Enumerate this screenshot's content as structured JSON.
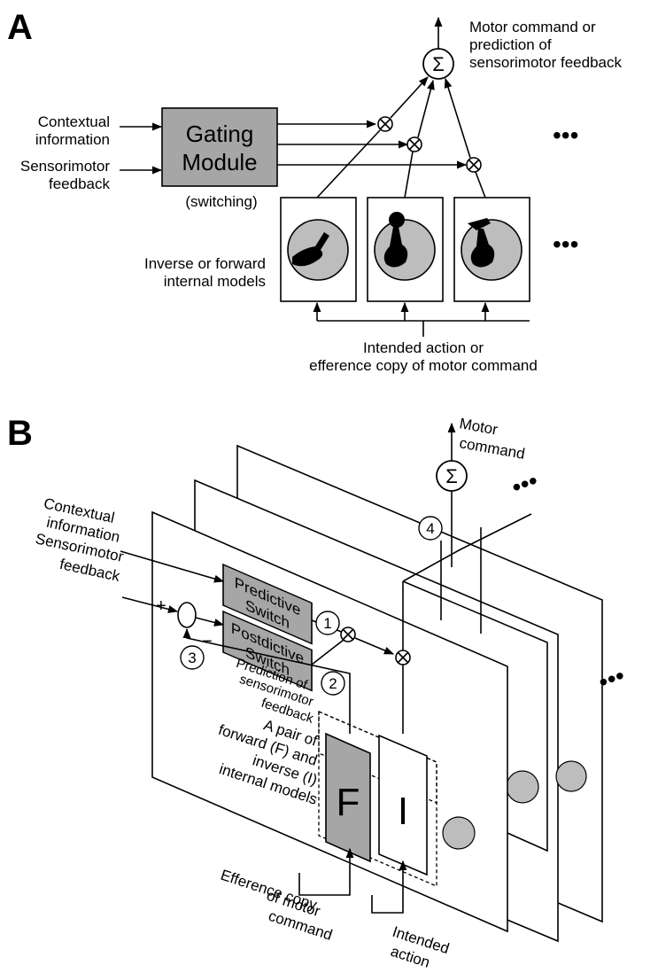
{
  "panel_a": {
    "label": "A",
    "sum_symbol": "Σ",
    "output_label": [
      "Motor command or",
      "prediction of",
      "sensorimotor feedback"
    ],
    "input_contextual": [
      "Contextual",
      "information"
    ],
    "input_feedback": [
      "Sensorimotor",
      "feedback"
    ],
    "gating_title": [
      "Gating",
      "Module"
    ],
    "gating_subtitle": "(switching)",
    "models_label": [
      "Inverse or forward",
      "internal models"
    ],
    "intended_label": [
      "Intended action or",
      "efference copy of motor command"
    ],
    "ellipsis": "•••"
  },
  "panel_b": {
    "label": "B",
    "sum_symbol": "Σ",
    "output_label": [
      "Motor",
      "command"
    ],
    "input_contextual": [
      "Contextual",
      "information"
    ],
    "input_feedback": [
      "Sensorimotor",
      "feedback"
    ],
    "plus": "+",
    "minus": "−",
    "predictive_switch": [
      "Predictive",
      "Switch"
    ],
    "postdictive_switch": [
      "Postdictive",
      "Switch"
    ],
    "prediction_label": [
      "Prediction of",
      "sensorimotor",
      "feedback"
    ],
    "pair_label": [
      "A pair of",
      "forward (F) and",
      "inverse (I)",
      "internal models"
    ],
    "forward_model": "F",
    "inverse_model": "I",
    "efference_label": [
      "Efference copy",
      "of motor",
      "command"
    ],
    "intended_label": [
      "Intended",
      "action"
    ],
    "steps": [
      "1",
      "2",
      "3",
      "4"
    ],
    "ellipsis": "•••"
  },
  "colors": {
    "box_gray": "#a6a6a6",
    "stroke": "#000000",
    "icon_gray": "#bdbdbd"
  }
}
